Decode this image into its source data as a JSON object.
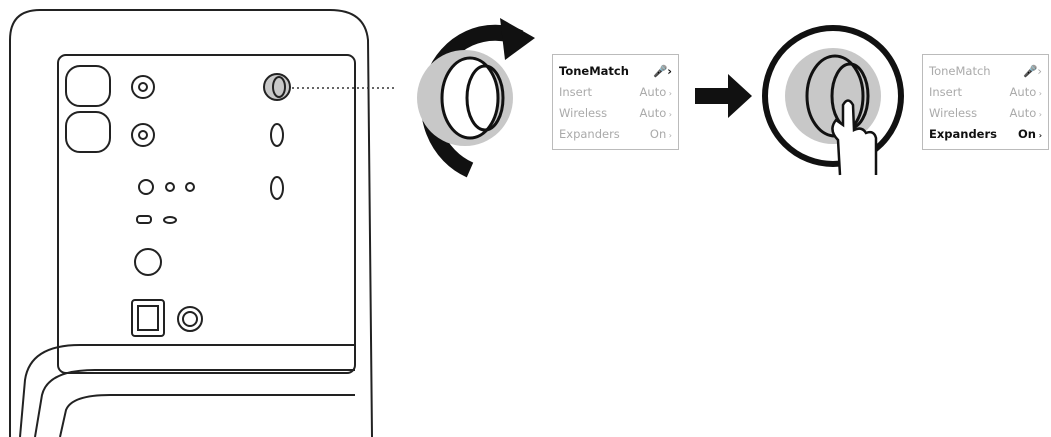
{
  "screen_before": {
    "rows": [
      {
        "label": "ToneMatch",
        "value": "",
        "icon": "microphone-icon",
        "active": true
      },
      {
        "label": "Insert",
        "value": "Auto",
        "active": false
      },
      {
        "label": "Wireless",
        "value": "Auto",
        "active": false
      },
      {
        "label": "Expanders",
        "value": "On",
        "active": false
      }
    ]
  },
  "screen_after": {
    "rows": [
      {
        "label": "ToneMatch",
        "value": "",
        "icon": "microphone-icon",
        "active": false
      },
      {
        "label": "Insert",
        "value": "Auto",
        "active": false
      },
      {
        "label": "Wireless",
        "value": "Auto",
        "active": false
      },
      {
        "label": "Expanders",
        "value": "On",
        "active": true
      }
    ]
  },
  "colors": {
    "highlight": "#c8c8c8",
    "line": "#111111"
  }
}
